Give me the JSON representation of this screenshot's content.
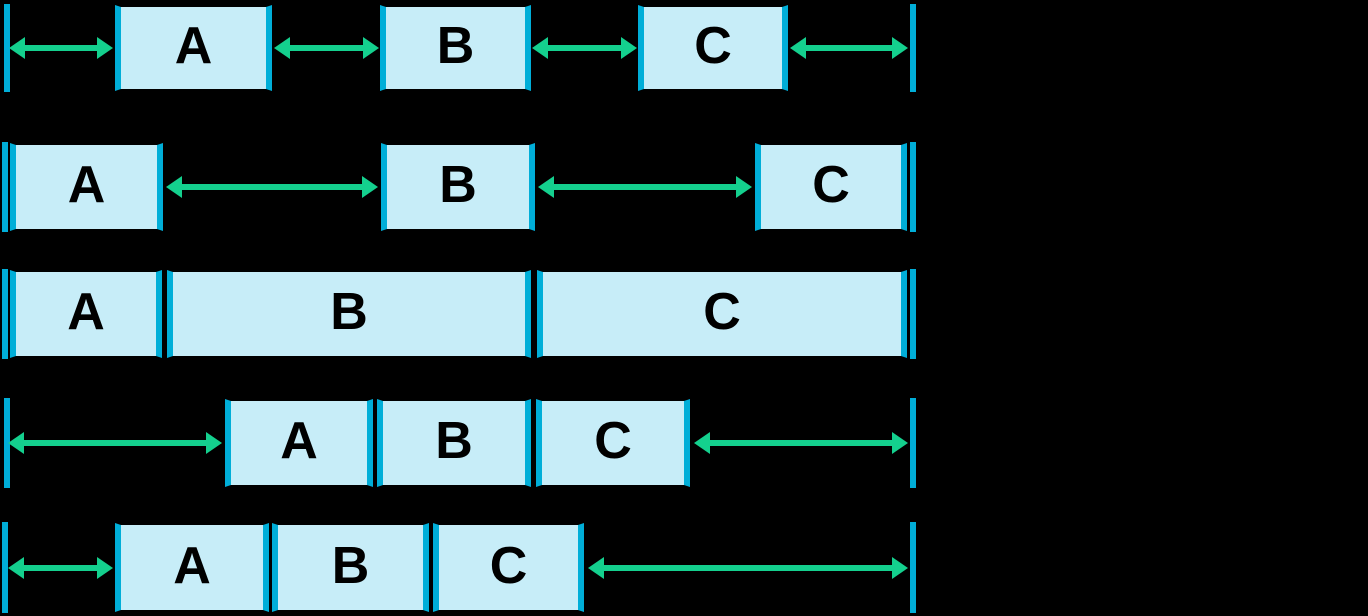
{
  "diagram": {
    "description": "flex-justification-diagram",
    "colors": {
      "background": "#000000",
      "box_fill": "#c7edf8",
      "edge_bar": "#00aed8",
      "arrow": "#14d08e",
      "box_border": "#000000",
      "label_text": "#000000"
    },
    "rows": [
      {
        "labels": [
          "A",
          "B",
          "C"
        ]
      },
      {
        "labels": [
          "A",
          "B",
          "C"
        ]
      },
      {
        "labels": [
          "A",
          "B",
          "C"
        ]
      },
      {
        "labels": [
          "A",
          "B",
          "C"
        ]
      },
      {
        "labels": [
          "A",
          "B",
          "C"
        ]
      }
    ]
  }
}
